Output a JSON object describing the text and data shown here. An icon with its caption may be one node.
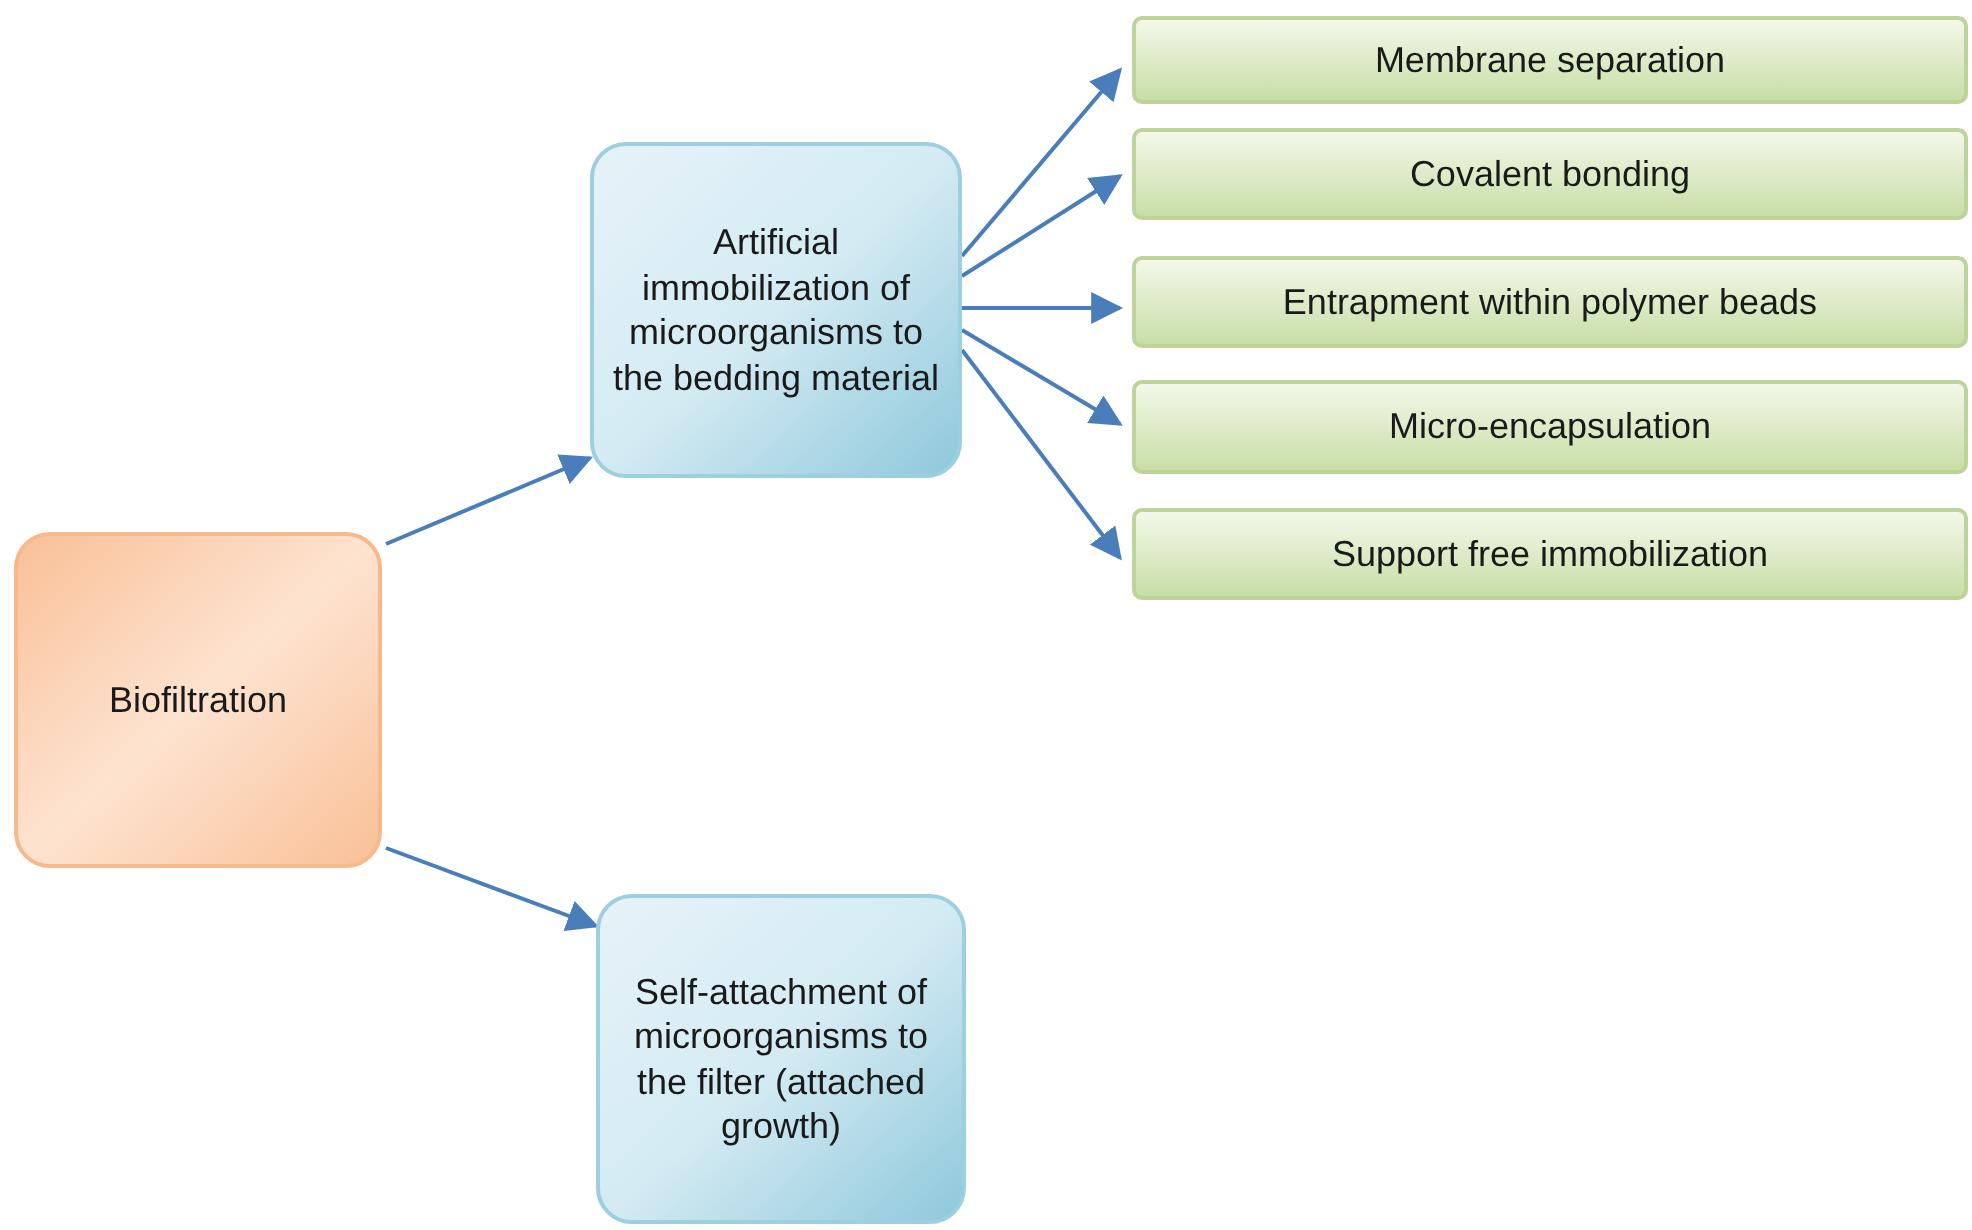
{
  "diagram": {
    "nodes": [
      {
        "text": [
          "Biofiltration"
        ]
      },
      {
        "text": [
          "Artificial immobilization of microorganisms to the bedding material"
        ]
      },
      {
        "text": [
          "Self-attachment of microorganisms to the filter (attached growth)"
        ]
      },
      {
        "text": [
          "Membrane separation"
        ]
      },
      {
        "text": [
          "Covalent bonding"
        ]
      },
      {
        "text": [
          "Entrapment within polymer beads"
        ]
      },
      {
        "text": [
          "Micro-encapsulation"
        ]
      },
      {
        "text": [
          "Support free immobilization"
        ]
      }
    ],
    "edges": [
      {
        "from": 0,
        "to": 1,
        "arrow": "to"
      },
      {
        "from": 0,
        "to": 2,
        "arrow": "to"
      },
      {
        "from": 1,
        "to": 3,
        "arrow": "to"
      },
      {
        "from": 1,
        "to": 4,
        "arrow": "to"
      },
      {
        "from": 1,
        "to": 5,
        "arrow": "to"
      },
      {
        "from": 1,
        "to": 6,
        "arrow": "to"
      },
      {
        "from": 1,
        "to": 7,
        "arrow": "to"
      }
    ]
  }
}
